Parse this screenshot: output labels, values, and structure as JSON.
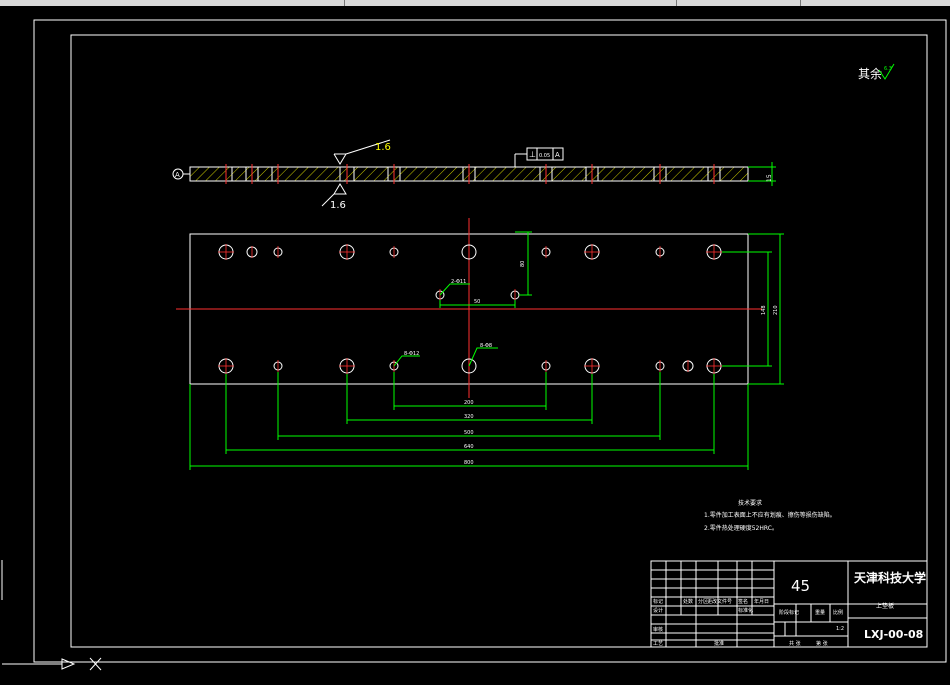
{
  "drawing": {
    "roughness_note": "其余",
    "roughness_value": "6.3",
    "side_roughness_top": "1.6",
    "side_roughness_bottom": "1.6",
    "datum": "A",
    "perpendicularity_symbol": "⊥",
    "perpendicularity_tol": "0.05",
    "perpendicularity_datum": "A",
    "thickness": "15",
    "hole_callout_1": "2-Φ11",
    "hole_callout_2": "8-Φ12",
    "hole_callout_3": "8-Φ8",
    "dim_horizontal_small": "50",
    "dim_vertical_small": "80",
    "dim_hole_span_v": "148",
    "dim_plate_height": "210",
    "dim_row_1": "200",
    "dim_row_2": "320",
    "dim_row_3": "500",
    "dim_row_4": "640",
    "dim_row_5": "800"
  },
  "tech_requirements": {
    "heading": "技术要求",
    "line1": "1.零件加工表面上不应有划痕、擦伤等损伤缺陷。",
    "line2": "2.零件热处理硬度52HRC。"
  },
  "title_block": {
    "material": "45",
    "university": "天津科技大学",
    "part_name": "上垫板",
    "drawing_no": "LXJ-00-08",
    "scale": "1:2",
    "label_mark": "标记",
    "label_count": "处数",
    "label_zone": "分区",
    "label_change_doc": "更改文件号",
    "label_sign": "签名",
    "label_date": "年月日",
    "label_design": "设计",
    "label_standardize": "标准化",
    "label_stage_mark": "阶段标记",
    "label_weight": "重量",
    "label_scale": "比例",
    "label_review": "审核",
    "label_process": "工艺",
    "label_approve": "批准",
    "label_sheets": "共 张",
    "label_sheet_no": "第 张"
  }
}
